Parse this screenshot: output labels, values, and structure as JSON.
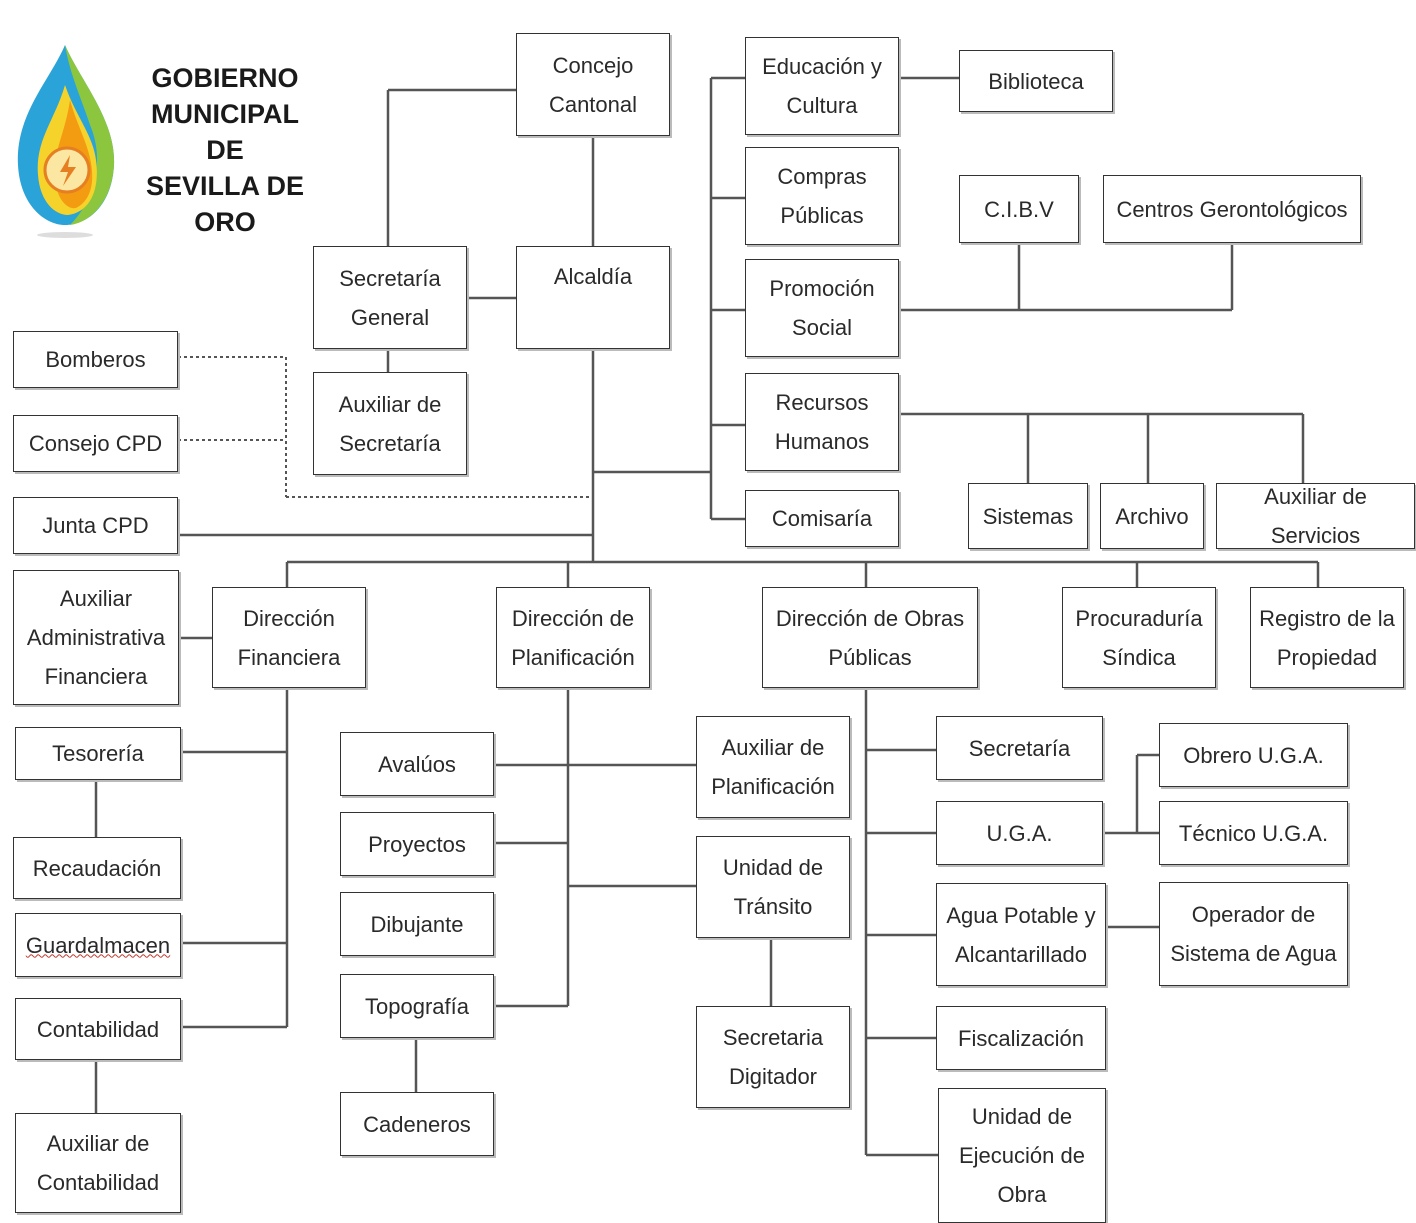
{
  "header": {
    "org_name": "GOBIERNO\nMUNICIPAL DE\nSEVILLA DE\nORO"
  },
  "colors": {
    "line": "#555555",
    "box_border": "#333333",
    "text": "#2a2a2a"
  },
  "logo": {
    "icon": "water-drop-lightning-logo"
  },
  "nodes": {
    "concejo": "Concejo\nCantonal",
    "alcaldia": "Alcaldía",
    "secretaria_general": "Secretaría\nGeneral",
    "auxiliar_secretaria": "Auxiliar de\nSecretaría",
    "bomberos": "Bomberos",
    "consejo_cpd": "Consejo CPD",
    "junta_cpd": "Junta CPD",
    "educacion": "Educación y\nCultura",
    "biblioteca": "Biblioteca",
    "compras": "Compras\nPúblicas",
    "cibv": "C.I.B.V",
    "centros": "Centros Gerontológicos",
    "promocion": "Promoción\nSocial",
    "recursos": "Recursos\nHumanos",
    "comisaria": "Comisaría",
    "sistemas": "Sistemas",
    "archivo": "Archivo",
    "aux_servicios": "Auxiliar de Servicios",
    "aux_admin_fin": "Auxiliar\nAdministrativa\nFinanciera",
    "dir_financiera": "Dirección\nFinanciera",
    "dir_planificacion": "Dirección  de\nPlanificación",
    "dir_obras": "Dirección  de Obras\nPúblicas",
    "procuraduria": "Procuraduría\nSíndica",
    "registro": "Registro de la\nPropiedad",
    "tesoreria": "Tesorería",
    "recaudacion": "Recaudación",
    "guardalmacen": "Guardalmacen",
    "contabilidad": "Contabilidad",
    "aux_contabilidad": "Auxiliar de\nContabilidad",
    "avaluos": "Avalúos",
    "proyectos": "Proyectos",
    "dibujante": "Dibujante",
    "topografia": "Topografía",
    "cadeneros": "Cadeneros",
    "aux_planificacion": "Auxiliar  de\nPlanificación",
    "unidad_transito": "Unidad de\nTránsito",
    "secretaria_digitador": "Secretaria\nDigitador",
    "secretaria_obras": "Secretaría",
    "uga": "U.G.A.",
    "agua_potable": "Agua Potable y\nAlcantarillado",
    "fiscalizacion": "Fiscalización",
    "unidad_ejecucion": "Unidad de\nEjecución de\nObra",
    "obrero_uga": "Obrero U.G.A.",
    "tecnico_uga": "Técnico U.G.A.",
    "operador_agua": "Operador de\nSistema de Agua"
  }
}
